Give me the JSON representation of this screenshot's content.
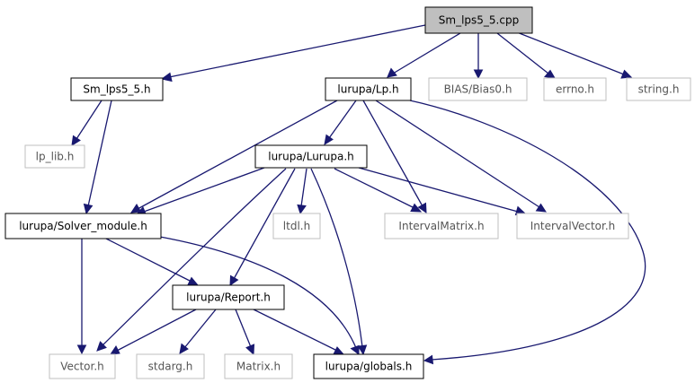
{
  "colors": {
    "edge": "#191970",
    "border_documented": "#000000",
    "border_undocumented": "#bfbfbf",
    "fill_root": "#bfbfbf",
    "fill_default": "#ffffff"
  },
  "nodes": {
    "sm_cpp": {
      "label": "Sm_lps5_5.cpp"
    },
    "sm_h": {
      "label": "Sm_lps5_5.h"
    },
    "lp_h": {
      "label": "lurupa/Lp.h"
    },
    "bias0_h": {
      "label": "BIAS/Bias0.h"
    },
    "errno_h": {
      "label": "errno.h"
    },
    "string_h": {
      "label": "string.h"
    },
    "lp_lib_h": {
      "label": "lp_lib.h"
    },
    "lurupa_h": {
      "label": "lurupa/Lurupa.h"
    },
    "solver_module_h": {
      "label": "lurupa/Solver_module.h"
    },
    "ltdl_h": {
      "label": "ltdl.h"
    },
    "interval_matrix_h": {
      "label": "IntervalMatrix.h"
    },
    "interval_vector_h": {
      "label": "IntervalVector.h"
    },
    "report_h": {
      "label": "lurupa/Report.h"
    },
    "vector_h": {
      "label": "Vector.h"
    },
    "stdarg_h": {
      "label": "stdarg.h"
    },
    "matrix_h": {
      "label": "Matrix.h"
    },
    "globals_h": {
      "label": "lurupa/globals.h"
    }
  }
}
